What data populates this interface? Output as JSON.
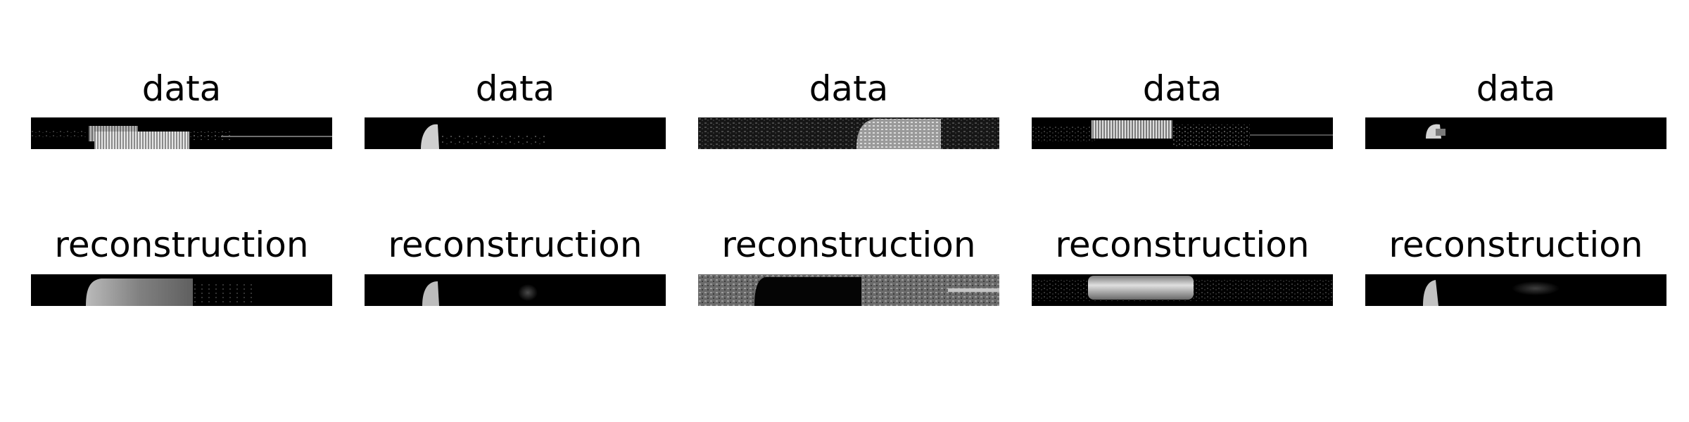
{
  "figure": {
    "rows": [
      {
        "row_name": "data",
        "panels": [
          {
            "title": "data"
          },
          {
            "title": "data"
          },
          {
            "title": "data"
          },
          {
            "title": "data"
          },
          {
            "title": "data"
          }
        ]
      },
      {
        "row_name": "reconstruction",
        "panels": [
          {
            "title": "reconstruction"
          },
          {
            "title": "reconstruction"
          },
          {
            "title": "reconstruction"
          },
          {
            "title": "reconstruction"
          },
          {
            "title": "reconstruction"
          }
        ]
      }
    ],
    "colors": {
      "background": "#ffffff",
      "image_background": "#000000",
      "bright_pixel": "#d8d8d8",
      "dim_pixel": "#555555"
    }
  }
}
